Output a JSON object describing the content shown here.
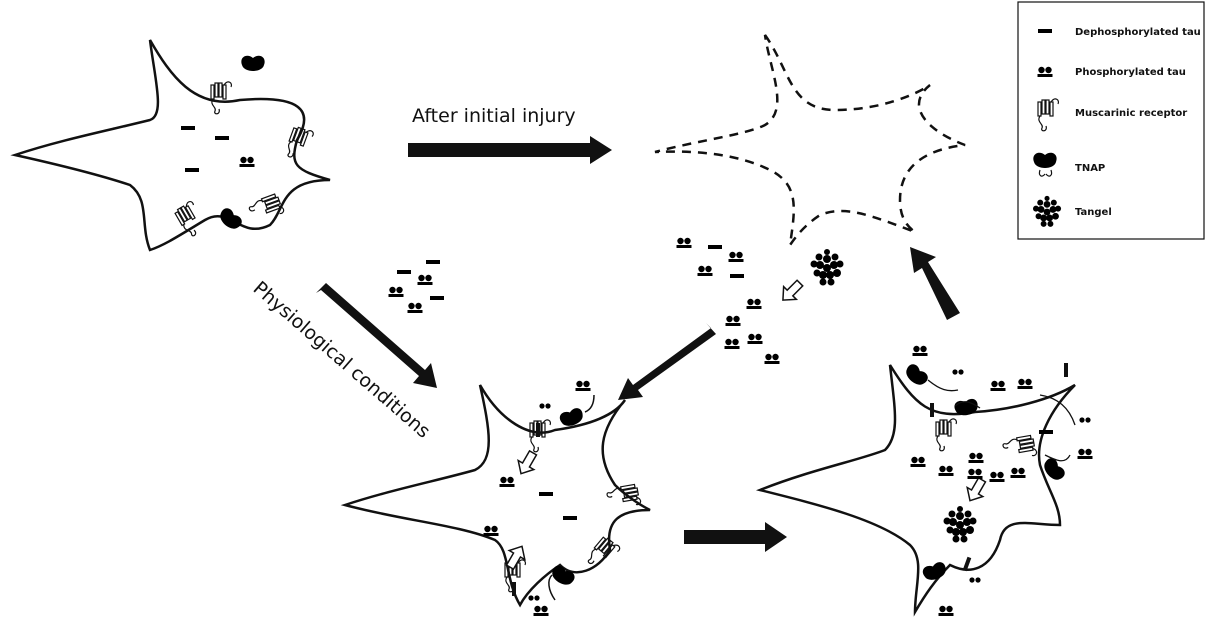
{
  "arrows": {
    "initial_injury_label": "After initial injury",
    "physiological_label": "Physiological conditions"
  },
  "legend": {
    "items": [
      {
        "label": "Dephosphorylated tau",
        "icon": "dephosphorylated-tau-icon"
      },
      {
        "label": "Phosphorylated tau",
        "icon": "phosphorylated-tau-icon"
      },
      {
        "label": "Muscarinic receptor",
        "icon": "muscarinic-receptor-icon"
      },
      {
        "label": "TNAP",
        "icon": "tnap-icon"
      },
      {
        "label": "Tangel",
        "icon": "tangle-icon"
      }
    ]
  },
  "colors": {
    "ink": "#111111",
    "background": "#ffffff"
  }
}
